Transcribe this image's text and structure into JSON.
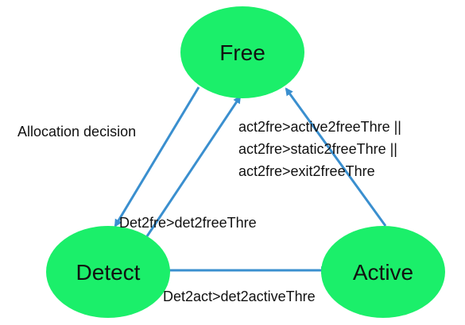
{
  "states": {
    "free": "Free",
    "detect": "Detect",
    "active": "Active"
  },
  "transitions": {
    "allocation": "Allocation decision",
    "det_to_free": "Det2fre>det2freeThre",
    "det_to_active": "Det2act>det2activeThre",
    "active_to_free": [
      "act2fre>active2freeThre ||",
      "act2fre>static2freeThre ||",
      "act2fre>exit2freeThre"
    ]
  },
  "colors": {
    "node_fill": "#1bef6a",
    "edge": "#3a8fcf",
    "text": "#111111"
  }
}
